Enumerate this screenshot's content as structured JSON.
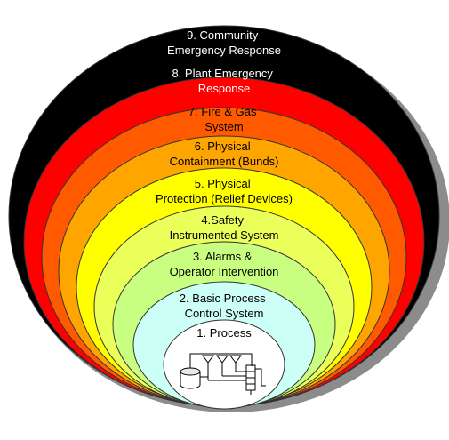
{
  "layers": [
    {
      "id": 9,
      "line1": "9. Community",
      "line2": "Emergency Response",
      "fill": "#000000",
      "text_color": "#ffffff"
    },
    {
      "id": 8,
      "line1": "8. Plant Emergency",
      "line2": "Response",
      "fill": "#ff0000",
      "text_color": "#ffffff"
    },
    {
      "id": 7,
      "line1": "7. Fire & Gas",
      "line2": "System",
      "fill": "#ff5a00",
      "text_color": "#000000"
    },
    {
      "id": 6,
      "line1": "6. Physical",
      "line2": "Containment (Bunds)",
      "fill": "#ffa500",
      "text_color": "#000000"
    },
    {
      "id": 5,
      "line1": "5. Physical",
      "line2": "Protection (Relief Devices)",
      "fill": "#ffff00",
      "text_color": "#000000"
    },
    {
      "id": 4,
      "line1": "4.Safety",
      "line2": "Instrumented System",
      "fill": "#eaff5a",
      "text_color": "#000000"
    },
    {
      "id": 3,
      "line1": "3. Alarms &",
      "line2": "Operator Intervention",
      "fill": "#c8ff80",
      "text_color": "#000000"
    },
    {
      "id": 2,
      "line1": "2. Basic Process",
      "line2": "Control System",
      "fill": "#ccfff5",
      "text_color": "#000000"
    },
    {
      "id": 1,
      "line1": "1. Process",
      "line2": "",
      "fill": "#ffffff",
      "text_color": "#000000"
    }
  ]
}
